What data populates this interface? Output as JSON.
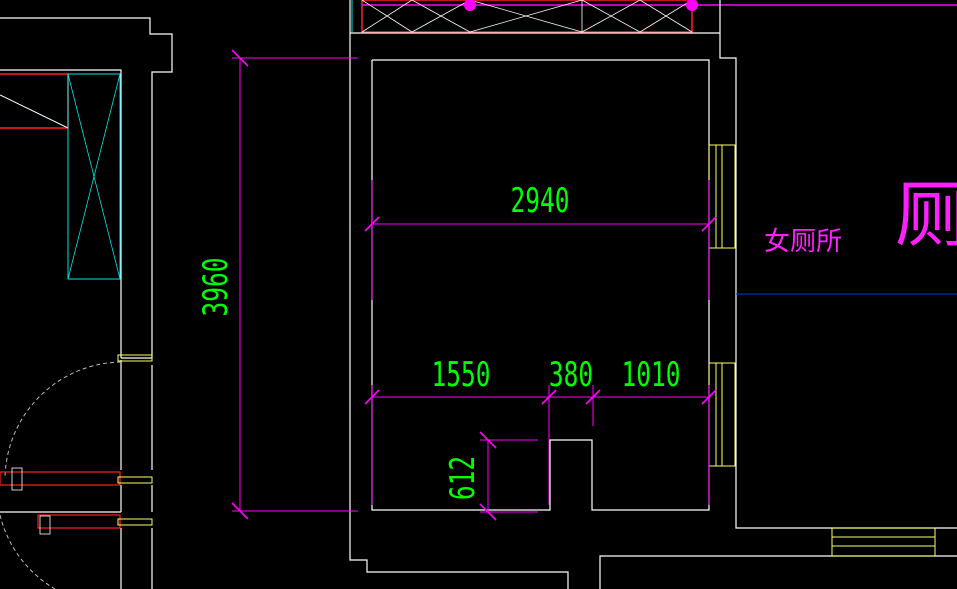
{
  "dimensions": {
    "d2940": "2940",
    "d3960": "3960",
    "d1550": "1550",
    "d380": "380",
    "d1010": "1010",
    "d612": "612"
  },
  "labels": {
    "room": "女厕所",
    "big": "厕"
  },
  "colors": {
    "background": "#000000",
    "wall": "#ffffff",
    "dimension": "#ff00ff",
    "dimension_text": "#00ff00",
    "label": "#ff1fff",
    "window": "#ffff66",
    "door": "#ff2020",
    "shaft": "#00e5e5",
    "guide": "#0033ff"
  }
}
